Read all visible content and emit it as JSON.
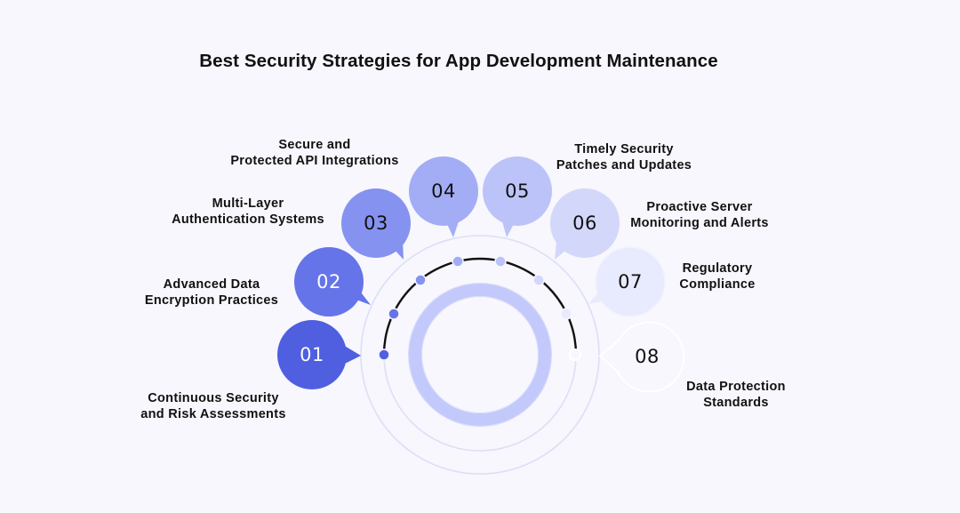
{
  "title": "Best Security Strategies for App Development Maintenance",
  "colors": {
    "background": "#f7f7fd",
    "ring": "#d9dcf7",
    "inner_ring": "#c3c9fb",
    "arc": "#111111",
    "bubble_01": "#4f5fe0",
    "bubble_02": "#6674e9",
    "bubble_03": "#8592f0",
    "bubble_04": "#a3adf5",
    "bubble_05": "#bcc3f8",
    "bubble_06": "#d3d7fa",
    "bubble_07": "#e8eafd",
    "bubble_08": "#f7f7fd"
  },
  "strategies": [
    {
      "number": "01",
      "line1": "Continuous Security",
      "line2": "and Risk Assessments"
    },
    {
      "number": "02",
      "line1": "Advanced Data",
      "line2": "Encryption Practices"
    },
    {
      "number": "03",
      "line1": "Multi-Layer",
      "line2": "Authentication Systems"
    },
    {
      "number": "04",
      "line1": "Secure and",
      "line2": "Protected API Integrations"
    },
    {
      "number": "05",
      "line1": "Timely Security",
      "line2": "Patches and Updates"
    },
    {
      "number": "06",
      "line1": "Proactive Server",
      "line2": "Monitoring and Alerts"
    },
    {
      "number": "07",
      "line1": "Regulatory",
      "line2": "Compliance"
    },
    {
      "number": "08",
      "line1": "Data Protection",
      "line2": "Standards"
    }
  ]
}
